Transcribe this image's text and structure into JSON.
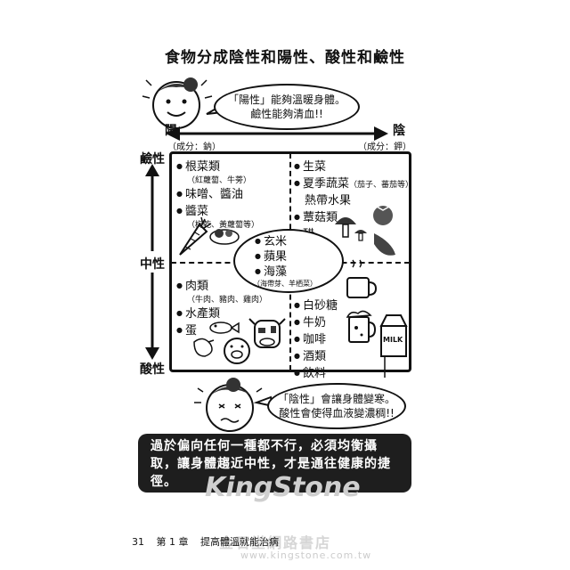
{
  "title": "食物分成陰性和陽性、酸性和鹼性",
  "top_bubble": {
    "line1": "「陽性」能夠溫暖身體。",
    "line2": "鹼性能夠清血!!"
  },
  "bottom_bubble": {
    "line1": "「陰性」會讓身體變寒。",
    "line2": "酸性會使得血液變濃稠!!"
  },
  "axes": {
    "left_end": "陽",
    "right_end": "陰",
    "left_note": "（成分：鈉）",
    "right_note": "（成分：鉀）",
    "top": "鹼性",
    "middle": "中性",
    "bottom": "酸性"
  },
  "quadrants": {
    "top_left": {
      "items": [
        {
          "label": "根菜類",
          "note": "（紅蘿蔔、牛蒡）"
        },
        {
          "label": "味噌、醬油",
          "note": ""
        },
        {
          "label": "醬菜",
          "note": "（梅乾、黃蘿蔔等）"
        }
      ]
    },
    "top_right": {
      "items": [
        {
          "label": "生菜",
          "note": ""
        },
        {
          "label": "夏季蔬菜",
          "note": "（茄子、蕃茄等）",
          "cont": "熱帶水果"
        },
        {
          "label": "蕈菇類",
          "note": ""
        },
        {
          "label": "醋",
          "note": ""
        }
      ]
    },
    "center": {
      "items": [
        "玄米",
        "蘋果",
        "海藻"
      ],
      "note": "（海帶芽、羊栖菜）"
    },
    "bottom_left": {
      "items": [
        {
          "label": "肉類",
          "note": "（牛肉、豬肉、雞肉）"
        },
        {
          "label": "水產類",
          "note": ""
        },
        {
          "label": "蛋",
          "note": ""
        }
      ]
    },
    "bottom_right": {
      "items": [
        {
          "label": "白砂糖"
        },
        {
          "label": "牛奶"
        },
        {
          "label": "咖啡"
        },
        {
          "label": "酒類"
        },
        {
          "label": "飲料"
        }
      ]
    }
  },
  "milk_label": "MILK",
  "summary": "過於偏向任何一種都不行，必須均衡攝取，讓身體趨近中性，才是通往健康的捷徑。",
  "footer": {
    "page": "31",
    "chapter": "第 1 章",
    "chapter_title": "提高體溫就能治病"
  },
  "watermark": {
    "brand": "KingStone",
    "cn": "金石堂網路書店",
    "url": "www.kingstone.com.tw"
  }
}
